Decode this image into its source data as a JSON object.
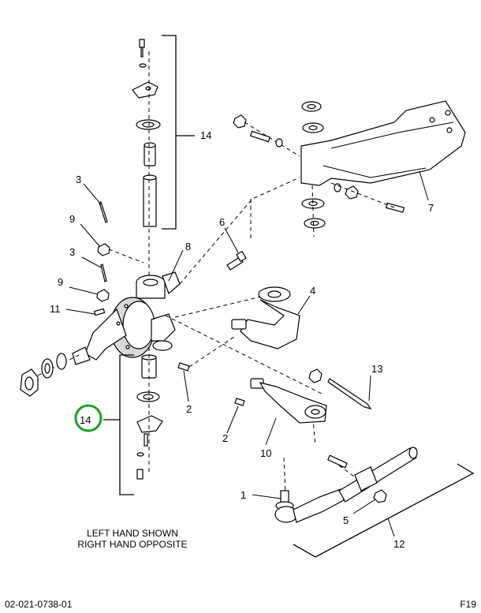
{
  "callouts": [
    "14",
    "3",
    "9",
    "3",
    "9",
    "11",
    "8",
    "6",
    "7",
    "4",
    "2",
    "2",
    "13",
    "10",
    "14",
    "1",
    "5",
    "12"
  ],
  "note": {
    "line1": "LEFT HAND SHOWN",
    "line2": "RIGHT HAND OPPOSITE"
  },
  "footer": {
    "doc_number": "02-021-0738-01",
    "figure": "F19"
  },
  "colors": {
    "highlight": "#1aa02a"
  }
}
